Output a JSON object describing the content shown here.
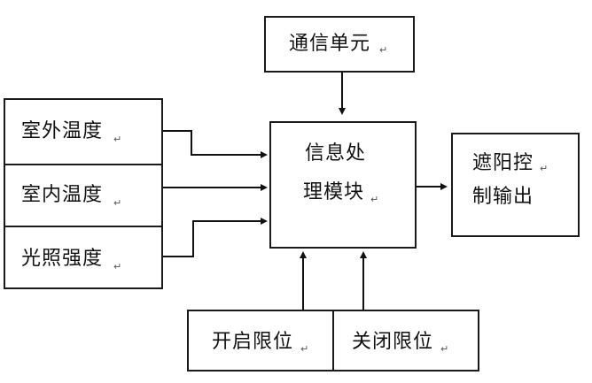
{
  "nodes": {
    "comm_unit": "通信单元",
    "outdoor_temp": "室外温度",
    "indoor_temp": "室内温度",
    "light_intensity": "光照强度",
    "processor_line1": "信息处",
    "processor_line2": "理模块",
    "shading_output_line1": "遮阳控",
    "shading_output_line2": "制输出",
    "open_limit": "开启限位",
    "close_limit": "关闭限位"
  },
  "paragraph_mark": "↵"
}
